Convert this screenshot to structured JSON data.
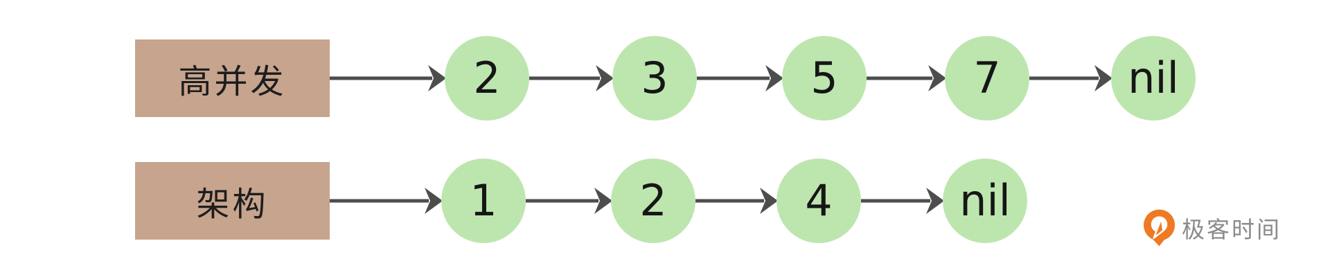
{
  "diagram": {
    "lists": [
      {
        "label": "高并发",
        "nodes": [
          "2",
          "3",
          "5",
          "7",
          "nil"
        ]
      },
      {
        "label": "架构",
        "nodes": [
          "1",
          "2",
          "4",
          "nil"
        ]
      }
    ]
  },
  "logo": {
    "text": "极客时间",
    "icon": "geektime-pin-icon",
    "icon_color": "#ee7a23",
    "text_color": "#8a8a8a"
  },
  "colors": {
    "background": "#ffffff",
    "head_box_fill": "#c7a48d",
    "node_fill": "#bde6af",
    "arrow": "#4d4d4d",
    "text": "#1d1d1d"
  }
}
